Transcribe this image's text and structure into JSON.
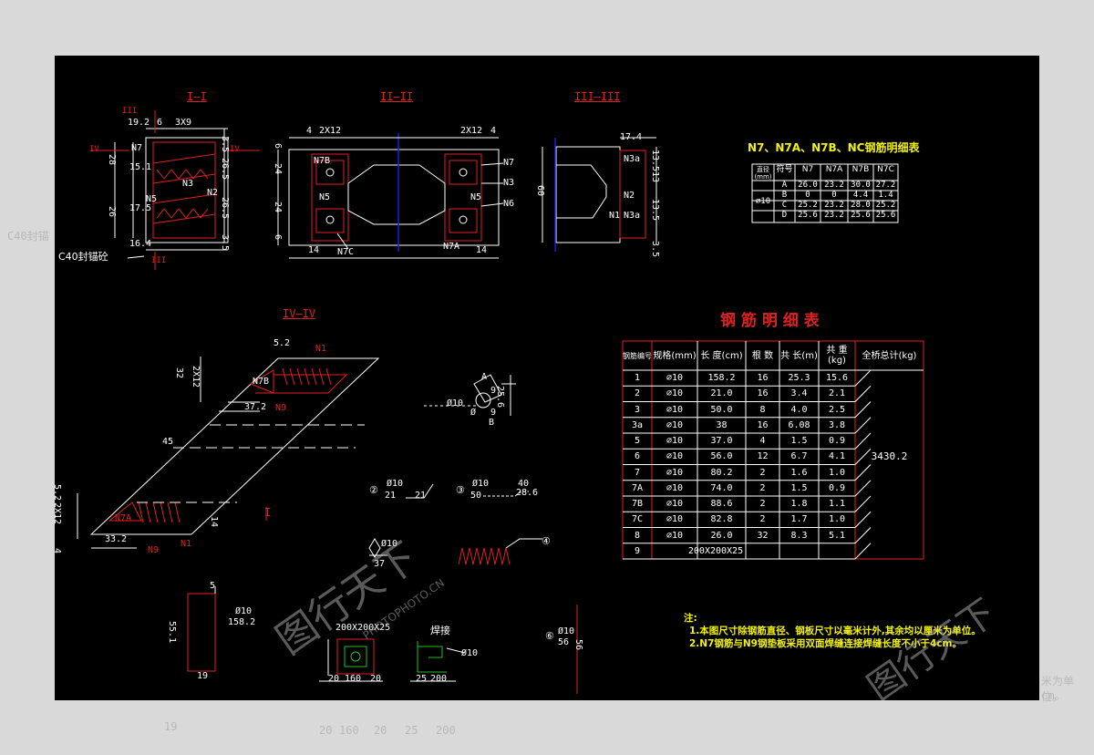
{
  "outside": {
    "left_label": "C40封锚",
    "right_note1": "米为单位。",
    "right_note2": "cm。",
    "dim_19": "19",
    "dim_20a": "20",
    "dim_160": "160",
    "dim_20b": "20",
    "dim_25": "25",
    "dim_200": "200"
  },
  "section_titles": {
    "i": "I—I",
    "ii": "II—II",
    "iii": "III—III",
    "iv": "IV—IV"
  },
  "view1": {
    "dims": [
      "19.2",
      "6",
      "3X9",
      "3.5",
      "26.5",
      "26.5",
      "3.5",
      "28",
      "26",
      "16.4",
      "17.5",
      "15.1"
    ],
    "labels": [
      "N7",
      "N3",
      "N2",
      "N5"
    ],
    "note": "C40封锚砼",
    "marks": [
      "III",
      "III",
      "IV",
      "IV"
    ]
  },
  "view2": {
    "dims": [
      "4",
      "2X12",
      "2X12",
      "4",
      "6",
      "24",
      "24",
      "6",
      "14",
      "14"
    ],
    "labels": [
      "N7B",
      "N5",
      "N7C",
      "N7A",
      "N7",
      "N3",
      "N5",
      "N6"
    ]
  },
  "view3": {
    "dims": [
      "17.4",
      "60",
      "13.5",
      "13",
      "13.5",
      "3.5"
    ],
    "labels": [
      "N3a",
      "N2",
      "N3a",
      "N1"
    ]
  },
  "view4": {
    "dims": [
      "5.2",
      "32",
      "2X12",
      "37.2",
      "45",
      "33.2",
      "14",
      "2X12",
      "5.2",
      "4"
    ],
    "labels": [
      "N1",
      "N7B",
      "N9",
      "N7A",
      "N9",
      "N1"
    ],
    "section_mark": "I"
  },
  "details": {
    "pin_dims": [
      "A",
      "9",
      "25.6",
      "Ø10",
      "Ø",
      "9",
      "B"
    ],
    "n2": [
      "②",
      "Ø10",
      "21",
      "21"
    ],
    "n3": [
      "③",
      "Ø10",
      "50",
      "40",
      "28.6"
    ],
    "n4": [
      "Ø10",
      "37"
    ],
    "spring": "④",
    "rod": [
      "5",
      "Ø10",
      "158.2",
      "55.1",
      "19"
    ],
    "plate": [
      "200X200X25",
      "20",
      "160",
      "20"
    ],
    "weld": [
      "焊接",
      "25",
      "200",
      "Ø10"
    ],
    "bar": [
      "⑥",
      "Ø10",
      "56",
      "56"
    ]
  },
  "small_table": {
    "title": "N7、N7A、N7B、NC钢筋明细表",
    "header": [
      "直径(mm)",
      "符号",
      "N7",
      "N7A",
      "N7B",
      "N7C"
    ],
    "diameter": "⌀10",
    "rows": [
      [
        "A",
        "26.0",
        "23.2",
        "30.0",
        "27.2"
      ],
      [
        "B",
        "0",
        "0",
        "4.4",
        "1.4"
      ],
      [
        "C",
        "25.2",
        "23.2",
        "28.0",
        "25.2"
      ],
      [
        "D",
        "25.6",
        "23.2",
        "25.6",
        "25.6"
      ]
    ]
  },
  "big_table": {
    "title": "钢 筋 明 细 表",
    "header": [
      "钢筋编号",
      "规格(mm)",
      "长 度(cm)",
      "根 数",
      "共 长(m)",
      "共 重(kg)",
      "全桥总计(kg)"
    ],
    "rows": [
      [
        "1",
        "⌀10",
        "158.2",
        "16",
        "25.3",
        "15.6"
      ],
      [
        "2",
        "⌀10",
        "21.0",
        "16",
        "3.4",
        "2.1"
      ],
      [
        "3",
        "⌀10",
        "50.0",
        "8",
        "4.0",
        "2.5"
      ],
      [
        "3a",
        "⌀10",
        "38",
        "16",
        "6.08",
        "3.8"
      ],
      [
        "5",
        "⌀10",
        "37.0",
        "4",
        "1.5",
        "0.9"
      ],
      [
        "6",
        "⌀10",
        "56.0",
        "12",
        "6.7",
        "4.1"
      ],
      [
        "7",
        "⌀10",
        "80.2",
        "2",
        "1.6",
        "1.0"
      ],
      [
        "7A",
        "⌀10",
        "74.0",
        "2",
        "1.5",
        "0.9"
      ],
      [
        "7B",
        "⌀10",
        "88.6",
        "2",
        "1.8",
        "1.1"
      ],
      [
        "7C",
        "⌀10",
        "82.8",
        "2",
        "1.7",
        "1.0"
      ],
      [
        "8",
        "⌀10",
        "26.0",
        "32",
        "8.3",
        "5.1"
      ],
      [
        "9",
        "200X200X25",
        "",
        "",
        "",
        ""
      ]
    ],
    "total": "3430.2"
  },
  "notes": {
    "head": "注:",
    "line1": "1.本图尺寸除钢筋直径、钢板尺寸以毫米计外,其余均以厘米为单位。",
    "line2": "2.N7钢筋与N9钢垫板采用双面焊缝连接焊缝长度不小于4cm。"
  },
  "watermark": {
    "text": "图行天下",
    "sub": "PHOTOPHOTO.CN"
  },
  "colors": {
    "background": "#000000",
    "lines": "#ffffff",
    "red": "#e02020",
    "yellow": "#f2f20a",
    "blue": "#1a1adc"
  }
}
